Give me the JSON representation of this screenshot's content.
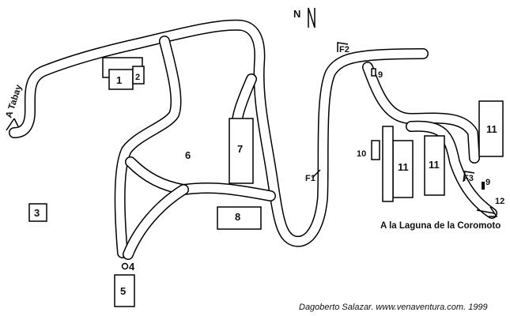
{
  "labels": {
    "b1": "1",
    "b2": "2",
    "b3": "3",
    "b4": "4",
    "b5": "5",
    "b6": "6",
    "b7": "7",
    "b8": "8",
    "b9a": "9",
    "b9b": "9",
    "b10": "10",
    "b11a": "11",
    "b11b": "11",
    "b11c": "11",
    "b12": "12",
    "f1": "F1",
    "f2": "F2",
    "f3": "F3",
    "north": "N"
  },
  "destinations": {
    "tabay": "A Tabay",
    "laguna": "A la Laguna de la Coromoto"
  },
  "credit": "Dagoberto Salazar. www.venaventura.com. 1999"
}
